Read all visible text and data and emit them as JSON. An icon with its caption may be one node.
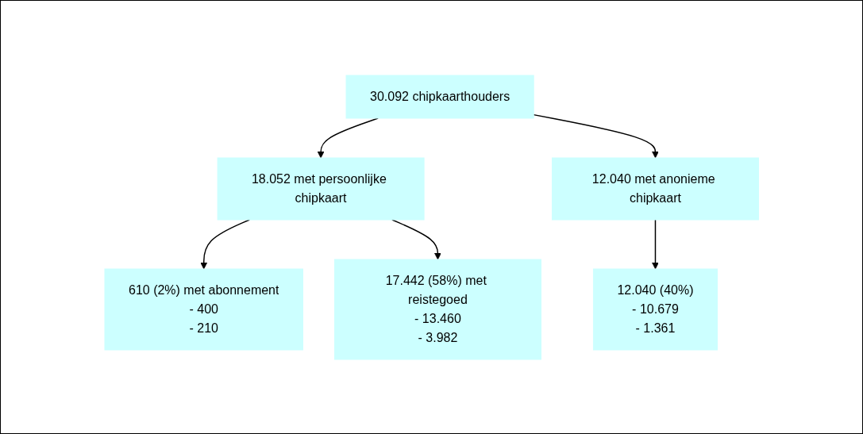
{
  "diagram": {
    "nodes": [
      {
        "text": [
          "30.092 chipkaarthouders"
        ]
      },
      {
        "text": [
          "18.052 met persoonlijke chipkaart"
        ]
      },
      {
        "text": [
          "12.040 met anonieme chipkaart"
        ]
      },
      {
        "text": [
          "610 (2%) met abonnement",
          "- 400",
          "- 210"
        ]
      },
      {
        "text": [
          "17.442 (58%) met reistegoed",
          "- 13.460",
          "- 3.982"
        ]
      },
      {
        "text": [
          "12.040 (40%)",
          "- 10.679",
          "- 1.361"
        ]
      }
    ],
    "edges": [
      {
        "from": 0,
        "to": 1,
        "arrow": "to"
      },
      {
        "from": 0,
        "to": 2,
        "arrow": "to"
      },
      {
        "from": 1,
        "to": 3,
        "arrow": "to"
      },
      {
        "from": 1,
        "to": 4,
        "arrow": "to"
      },
      {
        "from": 2,
        "to": 5,
        "arrow": "to"
      }
    ]
  }
}
